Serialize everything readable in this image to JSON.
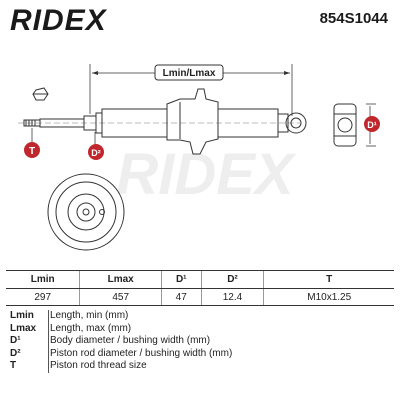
{
  "header": {
    "brand": "RIDEX",
    "part_number": "854S1044"
  },
  "diagram": {
    "dimension_label": "Lmin/Lmax",
    "callouts": {
      "t": "T",
      "d1": "D¹",
      "d2": "D²"
    },
    "watermark": "RIDEX",
    "accent_color": "#c0272d"
  },
  "specs": {
    "headers": [
      "Lmin",
      "Lmax",
      "D¹",
      "D²",
      "T"
    ],
    "values": [
      "297",
      "457",
      "47",
      "12.4",
      "M10x1.25"
    ]
  },
  "legend": [
    {
      "key": "Lmin",
      "desc": "Length, min (mm)"
    },
    {
      "key": "Lmax",
      "desc": "Length, max (mm)"
    },
    {
      "key": "D¹",
      "desc": "Body diameter / bushing width (mm)"
    },
    {
      "key": "D²",
      "desc": "Piston rod diameter / bushing width (mm)"
    },
    {
      "key": "T",
      "desc": "Piston rod thread size"
    }
  ]
}
